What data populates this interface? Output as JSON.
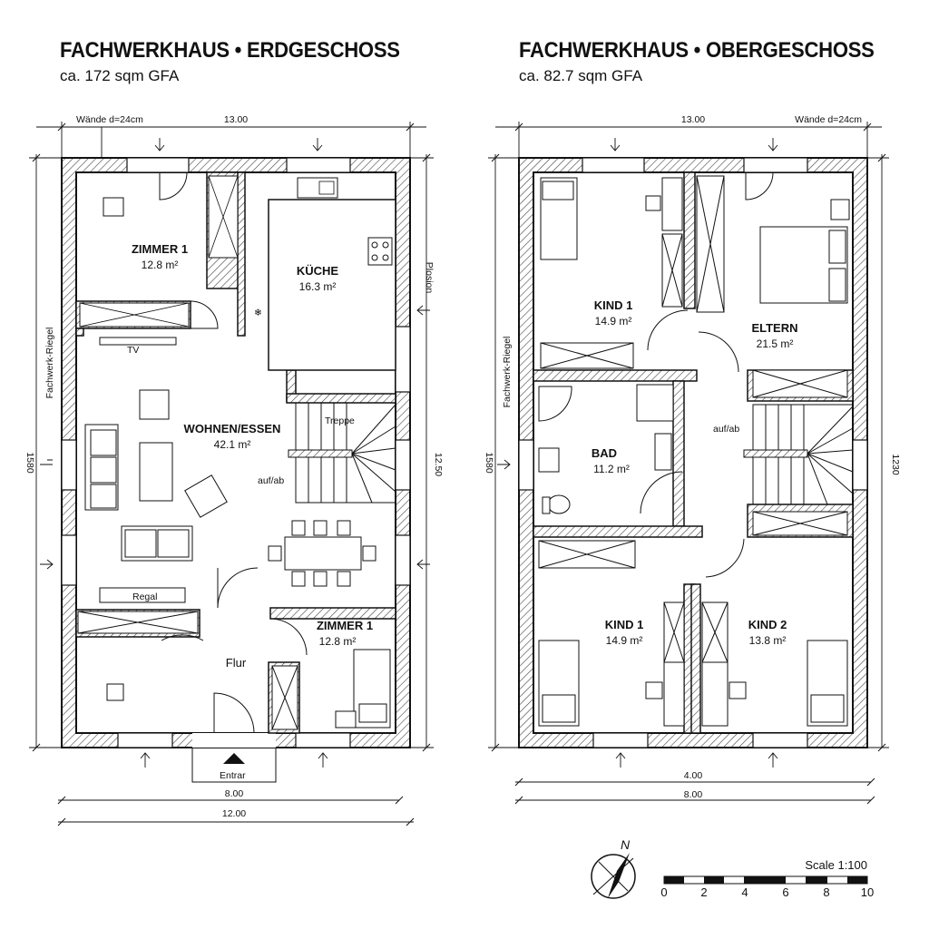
{
  "plans": [
    {
      "title": "FACHWERKHAUS • ERDGESCHOSS",
      "subtitle": "ca. 172 sqm GFA",
      "wall_note": "Wände d=24cm",
      "dims": {
        "top": "13.00",
        "bottom_inner": "8.00",
        "bottom_outer": "12.00",
        "left": "1580",
        "right": "12.50"
      },
      "side_labels": {
        "left": "Fachwerk-Riegel",
        "right": "Plosion"
      },
      "rooms": [
        {
          "name": "ZIMMER 1",
          "area": "12.8 m²"
        },
        {
          "name": "KÜCHE",
          "area": "16.3 m²"
        },
        {
          "name": "WOHNEN/ESSEN",
          "area": "42.1 m²"
        },
        {
          "name": "ZIMMER 1",
          "area": "12.8 m²"
        },
        {
          "name": "Flur",
          "area": ""
        }
      ],
      "labels": {
        "tv": "TV",
        "regal": "Regal",
        "treppe": "Treppe",
        "aufab": "auf/ab",
        "entrance": "Entrar"
      }
    },
    {
      "title": "FACHWERKHAUS • OBERGESCHOSS",
      "subtitle": "ca. 82.7 sqm GFA",
      "wall_note": "Wände d=24cm",
      "dims": {
        "top": "13.00",
        "bottom_inner": "4.00",
        "bottom_outer": "8.00",
        "left": "1580",
        "right": "1230"
      },
      "side_labels": {
        "left": "Fachwerk-Riegel"
      },
      "rooms": [
        {
          "name": "KIND 1",
          "area": "14.9 m²"
        },
        {
          "name": "ELTERN",
          "area": "21.5 m²"
        },
        {
          "name": "BAD",
          "area": "11.2 m²"
        },
        {
          "name": "KIND 1",
          "area": "14.9 m²"
        },
        {
          "name": "KIND 2",
          "area": "13.8 m²"
        }
      ],
      "labels": {
        "aufab": "auf/ab"
      }
    }
  ],
  "north": "N",
  "scale": {
    "label": "Scale 1:100",
    "ticks": [
      "0",
      "2",
      "4",
      "6",
      "8",
      "10"
    ]
  }
}
